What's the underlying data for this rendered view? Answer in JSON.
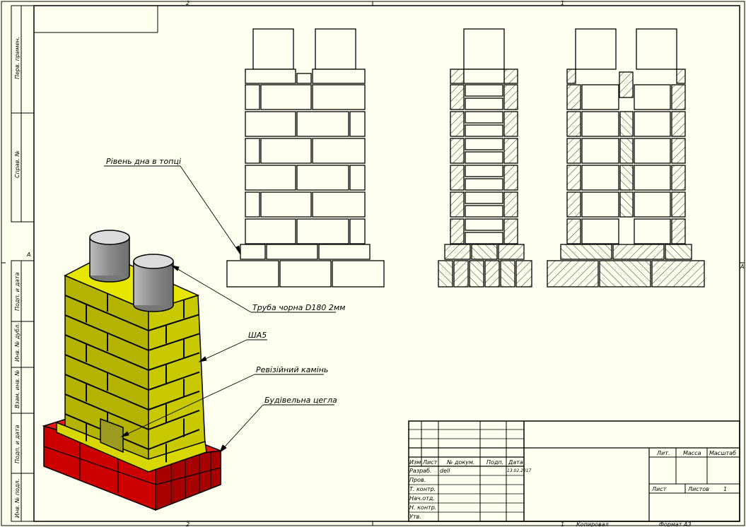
{
  "border": {
    "top_zones": [
      "2",
      "1"
    ],
    "bottom_zones": [
      "2",
      "1"
    ],
    "side_zone_left": "A",
    "side_zone_right": "A"
  },
  "left_strip": {
    "perv_primen": "Перв. примен.",
    "sprav_no": "Справ. №",
    "podp_i_data_1": "Подп. и дата",
    "inv_no_dubl": "Инв. № дубл.",
    "vzam_inv_no": "Взам. инв. №",
    "podp_i_data_2": "Подп. и дата",
    "inv_no_podl": "Инв. № подл."
  },
  "callouts": {
    "riven_dna": "Рівень дна в топці",
    "truba": "Труба чорна D180 2мм",
    "sha5": "ШA5",
    "reviziinyi": "Ревізійний камінь",
    "budivelna": "Будівельна цегла"
  },
  "title_block": {
    "izm": "Изм.",
    "list": "Лист",
    "n_dokum": "№ докум.",
    "podp": "Подп.",
    "data": "Дата",
    "razrab": "Разраб.",
    "razrab_name": "dell",
    "razrab_date": "13.02.2017",
    "prov": "Пров.",
    "t_kontr": "Т. контр.",
    "nach_otd": "Нач.отд.",
    "n_kontr": "Н. контр.",
    "utv": "Утв.",
    "lit": "Лит.",
    "massa": "Масса",
    "masshtab": "Масштаб",
    "list2": "Лист",
    "listov": "Листов",
    "listov_value": "1"
  },
  "footer": {
    "list_no": "1",
    "kopiroval": "Копировал",
    "format": "Формат А3"
  },
  "colors": {
    "paper": "#fffff0",
    "brick_yellow": "#c8c800",
    "brick_red": "#cc0000",
    "pipe_gray": "#999999"
  }
}
